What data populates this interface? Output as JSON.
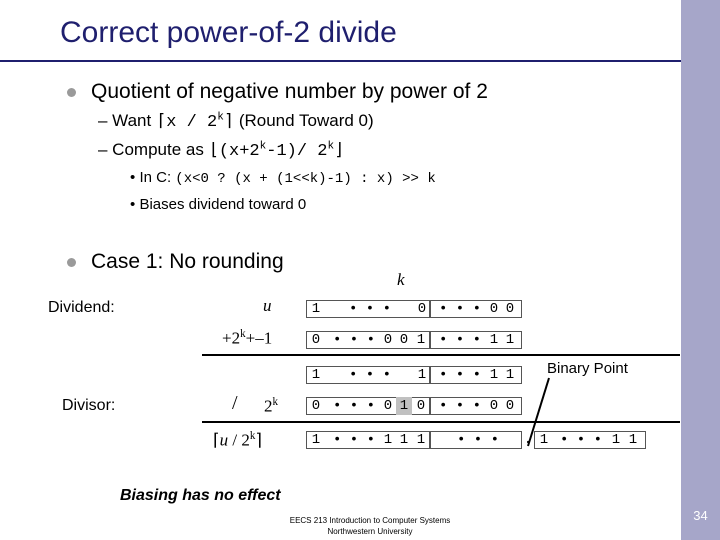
{
  "title": "Correct power-of-2 divide",
  "page_number": "34",
  "footer": {
    "line1": "EECS 213 Introduction to Computer Systems",
    "line2": "Northwestern University"
  },
  "bullet1": {
    "text": "Quotient of negative number by power of 2",
    "sub1": {
      "prefix": "– Want ",
      "ceil_l": "⌈",
      "code": "x / 2",
      "exp": "k",
      "ceil_r": "⌉",
      "suffix": " (Round Toward 0)"
    },
    "sub2": {
      "prefix": "– Compute as ",
      "floor_l": "⌊",
      "code_a": "(x+2",
      "exp": "k",
      "code_b": "-1)/ 2",
      "exp2": "k",
      "floor_r": "⌋"
    },
    "sub3": {
      "marker": "•",
      "prefix": "In C: ",
      "code": "(x<0 ? (x + (1<<k)-1) : x) >> k"
    },
    "sub4": {
      "marker": "•",
      "text": "Biases dividend toward 0"
    }
  },
  "bullet2": {
    "text": "Case 1: No rounding"
  },
  "diagram": {
    "k_label": "k",
    "dividend_label": "Dividend:",
    "divisor_label": "Divisor:",
    "u_label": "u",
    "bias_label": {
      "pre": "+2",
      "exp": "k",
      "post": "+–1"
    },
    "slash": "/",
    "divisor_expr": {
      "base": "2",
      "exp": "k"
    },
    "quot_expr": {
      "ceil_l": "⌈",
      "u": "u",
      "mid": " / 2",
      "exp": "k",
      "ceil_r": "⌉"
    },
    "binary_point": "Binary Point",
    "dot": ".",
    "rows": {
      "r1": [
        "1",
        "• • •",
        "0",
        "• • •",
        "0",
        "0"
      ],
      "r2": [
        "0",
        "• • •",
        "0",
        "0",
        "1",
        "• • •",
        "1",
        "1"
      ],
      "r3": [
        "1",
        "• • •",
        "1",
        "• • •",
        "1",
        "1"
      ],
      "r4": [
        "0",
        "• • •",
        "0",
        "1",
        "0",
        "• • •",
        "0",
        "0"
      ],
      "r5": [
        "1",
        "• • •",
        "1",
        "1",
        "1",
        "• • •",
        "1",
        "• • •",
        "1",
        "1"
      ]
    }
  },
  "bottom_note": "Biasing has no effect",
  "colors": {
    "title": "#1f1f6e",
    "sidebar": "#a6a6c9",
    "highlight": "#c0c0c0"
  }
}
